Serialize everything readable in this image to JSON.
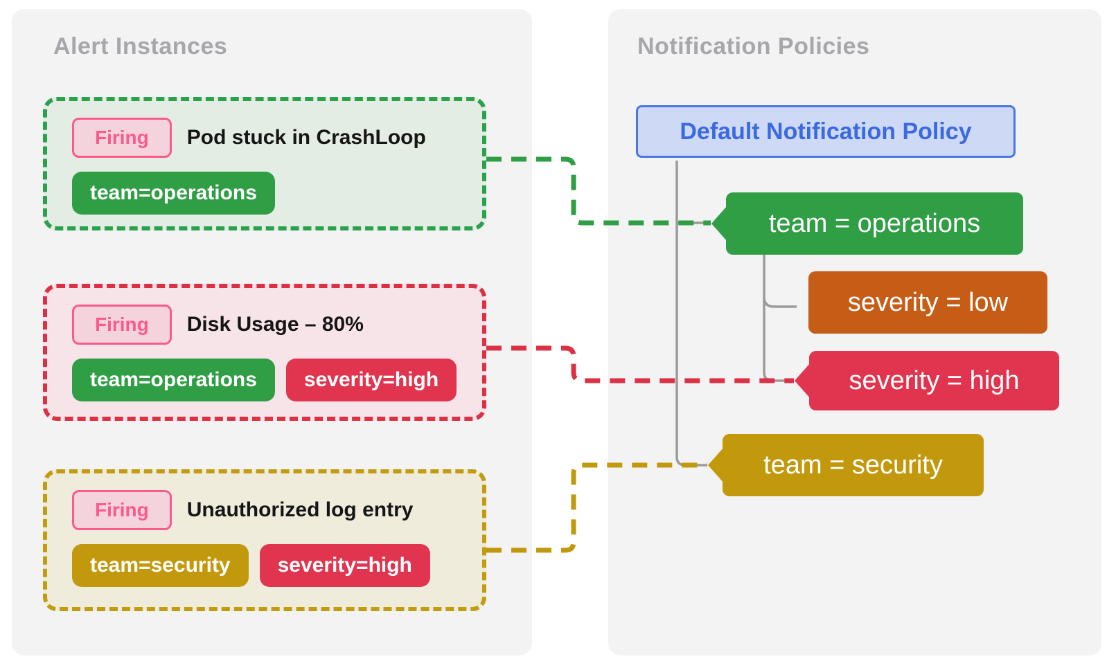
{
  "left_panel": {
    "title": "Alert Instances",
    "alerts": [
      {
        "status": "Firing",
        "title": "Pod stuck in CrashLoop",
        "labels": [
          {
            "text": "team=operations",
            "color": "#2f9e44"
          }
        ],
        "accent": "#2aa24b"
      },
      {
        "status": "Firing",
        "title": "Disk Usage – 80%",
        "labels": [
          {
            "text": "team=operations",
            "color": "#2f9e44"
          },
          {
            "text": "severity=high",
            "color": "#e1354f"
          }
        ],
        "accent": "#dc3145"
      },
      {
        "status": "Firing",
        "title": "Unauthorized log entry",
        "labels": [
          {
            "text": "team=security",
            "color": "#c2990d"
          },
          {
            "text": "severity=high",
            "color": "#e1354f"
          }
        ],
        "accent": "#c39b0f"
      }
    ]
  },
  "right_panel": {
    "title": "Notification Policies",
    "policy": {
      "label": "Default Notification Policy",
      "accent": "#3b6ae0"
    },
    "matchers": [
      {
        "label": "team = operations",
        "color": "#2f9e44",
        "has_pointer": true
      },
      {
        "label": "severity = low",
        "color": "#c65d17",
        "has_pointer": false
      },
      {
        "label": "severity = high",
        "color": "#e1354f",
        "has_pointer": true
      },
      {
        "label": "team = security",
        "color": "#c2990d",
        "has_pointer": true
      }
    ]
  },
  "connections": [
    {
      "from": "Pod stuck in CrashLoop",
      "to": "team = operations",
      "color": "#2f9e44"
    },
    {
      "from": "Disk Usage – 80%",
      "to": "severity = high",
      "color": "#dc3145"
    },
    {
      "from": "Unauthorized log entry",
      "to": "team = security",
      "color": "#c2990d"
    }
  ],
  "colors": {
    "panel_bg": "#f3f3f4",
    "firing_pink": "#fb5a8d",
    "firing_bg": "#f5d3dd",
    "policy_border": "#4a77e0",
    "policy_bg": "#cdd9f5",
    "tree_line": "#9b9b9b",
    "heading_gray": "#a6a6ab"
  }
}
